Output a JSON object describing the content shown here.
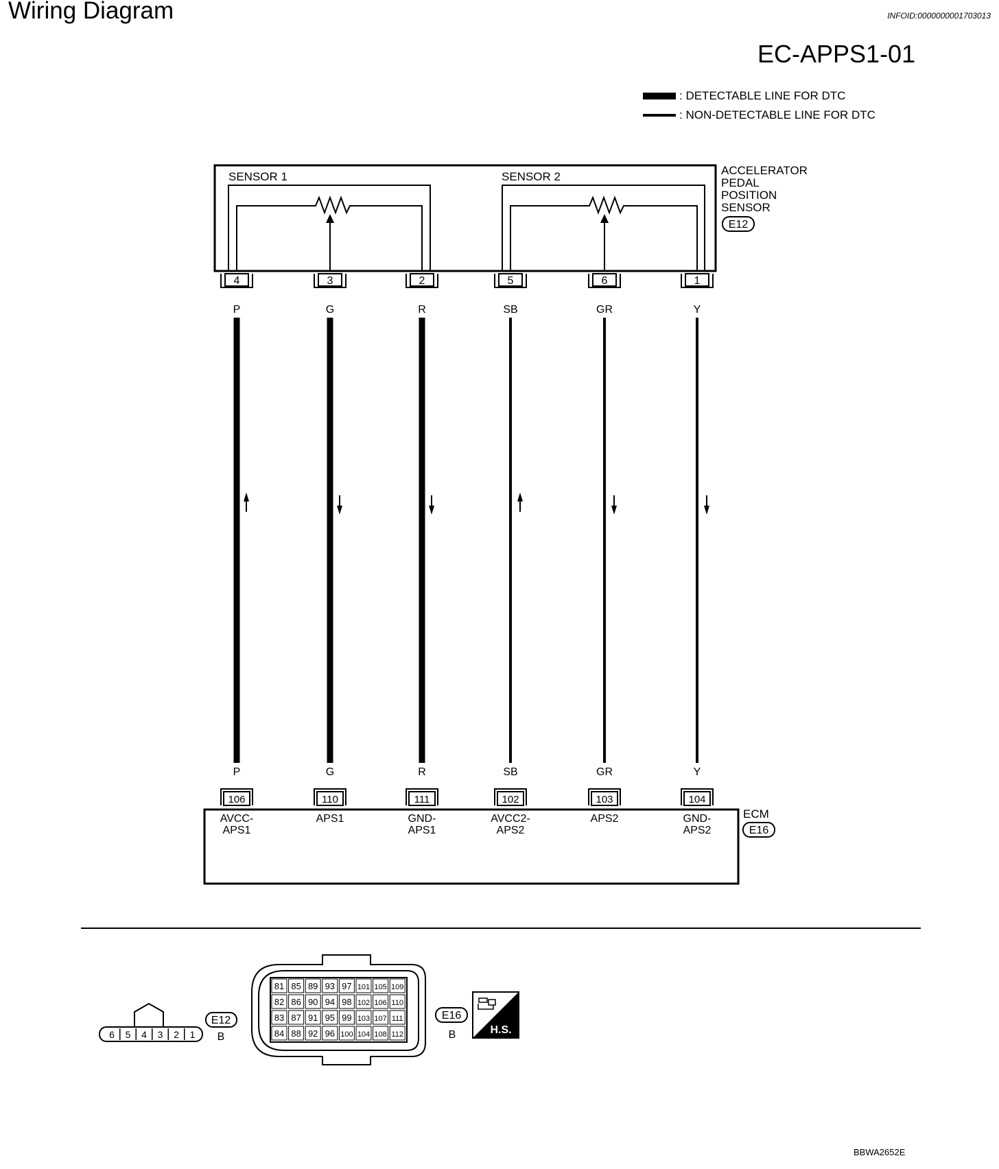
{
  "page": {
    "title": "Wiring Diagram",
    "info_id": "INFOID:0000000001703013",
    "diagram_code": "EC-APPS1-01",
    "figure_code": "BBWA2652E"
  },
  "legend": {
    "detectable": ": DETECTABLE LINE FOR DTC",
    "non_detectable": ": NON-DETECTABLE LINE FOR DTC"
  },
  "sensor": {
    "name_lines": [
      "ACCELERATOR",
      "PEDAL",
      "POSITION",
      "SENSOR"
    ],
    "connector": "E12",
    "sensor1_label": "SENSOR 1",
    "sensor2_label": "SENSOR 2"
  },
  "ecm": {
    "name": "ECM",
    "connector": "E16"
  },
  "wires": [
    {
      "sensor_pin": "4",
      "color": "P",
      "ecm_pin": "106",
      "signal": [
        "AVCC-",
        "APS1"
      ],
      "detectable": true,
      "direction": "up"
    },
    {
      "sensor_pin": "3",
      "color": "G",
      "ecm_pin": "110",
      "signal": [
        "APS1"
      ],
      "detectable": true,
      "direction": "down"
    },
    {
      "sensor_pin": "2",
      "color": "R",
      "ecm_pin": "111",
      "signal": [
        "GND-",
        "APS1"
      ],
      "detectable": true,
      "direction": "down"
    },
    {
      "sensor_pin": "5",
      "color": "SB",
      "ecm_pin": "102",
      "signal": [
        "AVCC2-",
        "APS2"
      ],
      "detectable": false,
      "direction": "up"
    },
    {
      "sensor_pin": "6",
      "color": "GR",
      "ecm_pin": "103",
      "signal": [
        "APS2"
      ],
      "detectable": false,
      "direction": "down"
    },
    {
      "sensor_pin": "1",
      "color": "Y",
      "ecm_pin": "104",
      "signal": [
        "GND-",
        "APS2"
      ],
      "detectable": false,
      "direction": "down"
    }
  ],
  "connector_views": {
    "e12": {
      "label": "E12",
      "color_code": "B",
      "pins": [
        "6",
        "5",
        "4",
        "3",
        "2",
        "1"
      ]
    },
    "e16": {
      "label": "E16",
      "color_code": "B",
      "pin_rows": [
        [
          "81",
          "85",
          "89",
          "93",
          "97",
          "101",
          "105",
          "109"
        ],
        [
          "82",
          "86",
          "90",
          "94",
          "98",
          "102",
          "106",
          "110"
        ],
        [
          "83",
          "87",
          "91",
          "95",
          "99",
          "103",
          "107",
          "111"
        ],
        [
          "84",
          "88",
          "92",
          "96",
          "100",
          "104",
          "108",
          "112"
        ]
      ]
    },
    "hs_badge": "H.S."
  }
}
